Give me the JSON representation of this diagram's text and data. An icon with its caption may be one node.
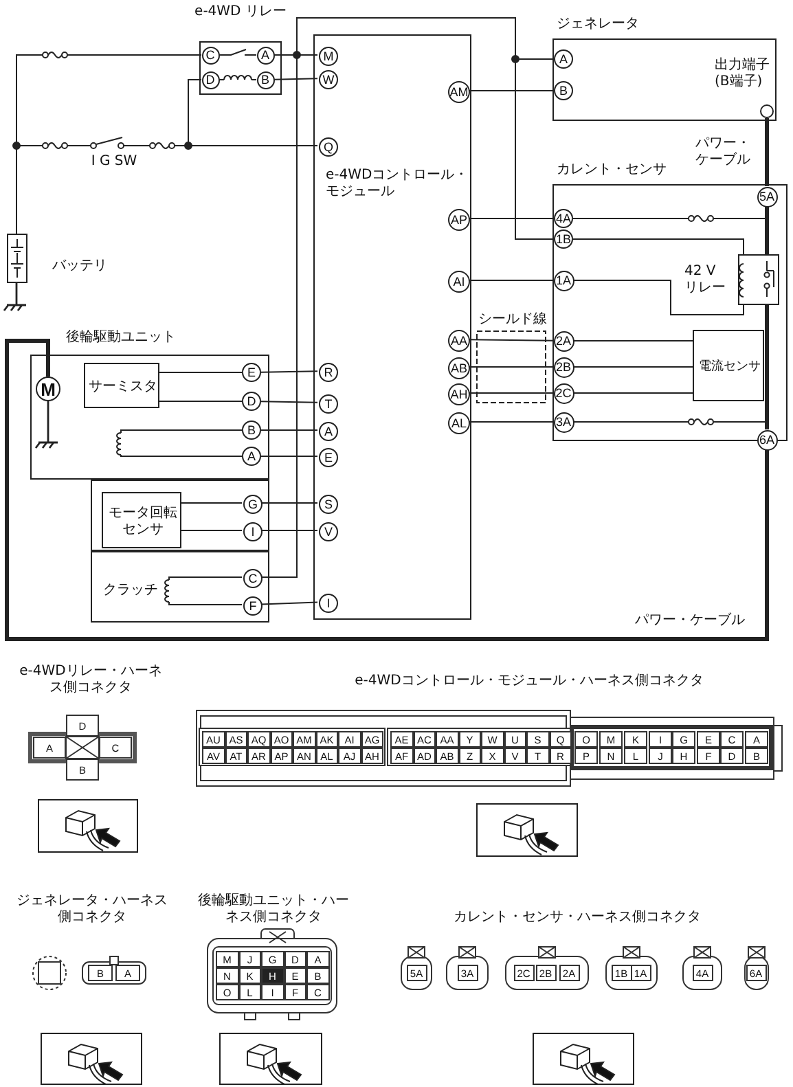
{
  "diagram": {
    "nodes": [
      {
        "text": [
          "e-4WD リレー"
        ]
      },
      {
        "text": [
          "C"
        ],
        "in": 0
      },
      {
        "text": [
          "A"
        ],
        "in": 0
      },
      {
        "text": [
          "D"
        ],
        "in": 0
      },
      {
        "text": [
          "B"
        ],
        "in": 0
      },
      {
        "text": [
          "e-4WDコントロール・モジュール"
        ]
      },
      {
        "text": [
          "M"
        ],
        "in": 5
      },
      {
        "text": [
          "W"
        ],
        "in": 5
      },
      {
        "text": [
          "Q"
        ],
        "in": 5
      },
      {
        "text": [
          "AM"
        ],
        "in": 5
      },
      {
        "text": [
          "AP"
        ],
        "in": 5
      },
      {
        "text": [
          "AI"
        ],
        "in": 5
      },
      {
        "text": [
          "AA"
        ],
        "in": 5
      },
      {
        "text": [
          "AB"
        ],
        "in": 5
      },
      {
        "text": [
          "AH"
        ],
        "in": 5
      },
      {
        "text": [
          "AL"
        ],
        "in": 5
      },
      {
        "text": [
          "R"
        ],
        "in": 5
      },
      {
        "text": [
          "T"
        ],
        "in": 5
      },
      {
        "text": [
          "A"
        ],
        "in": 5
      },
      {
        "text": [
          "E"
        ],
        "in": 5
      },
      {
        "text": [
          "S"
        ],
        "in": 5
      },
      {
        "text": [
          "V"
        ],
        "in": 5
      },
      {
        "text": [
          "I"
        ],
        "in": 5
      },
      {
        "text": [
          "ジェネレータ",
          "出力端子(B端子)"
        ]
      },
      {
        "text": [
          "A"
        ],
        "in": 23
      },
      {
        "text": [
          "B"
        ],
        "in": 23
      },
      {
        "text": [],
        "shape": "circle",
        "in": 23
      },
      {
        "text": [
          "カレント・センサ"
        ]
      },
      {
        "text": [
          "5A"
        ],
        "in": 27
      },
      {
        "text": [
          "4A"
        ],
        "in": 27
      },
      {
        "text": [
          "1B"
        ],
        "in": 27
      },
      {
        "text": [
          "1A"
        ],
        "in": 27
      },
      {
        "text": [
          "2A"
        ],
        "in": 27
      },
      {
        "text": [
          "2B"
        ],
        "in": 27
      },
      {
        "text": [
          "2C"
        ],
        "in": 27
      },
      {
        "text": [
          "3A"
        ],
        "in": 27
      },
      {
        "text": [
          "6A"
        ],
        "in": 27
      },
      {
        "text": [],
        "shape": "box",
        "beside": [
          "42 V リレー"
        ],
        "in": 27
      },
      {
        "text": [
          "電流センサ"
        ],
        "in": 27
      },
      {
        "text": [],
        "shape": "picture",
        "beside": [
          "バッテリ"
        ]
      },
      {
        "text": [
          "後輪駆動ユニット"
        ]
      },
      {
        "text": [
          "M"
        ],
        "in": 40
      },
      {
        "text": [
          "サーミスタ"
        ],
        "in": 40
      },
      {
        "text": [
          "E"
        ],
        "in": 40
      },
      {
        "text": [
          "D"
        ],
        "in": 40
      },
      {
        "text": [
          "B"
        ],
        "in": 40
      },
      {
        "text": [
          "A"
        ],
        "in": 40
      },
      {
        "text": [],
        "shape": "box"
      },
      {
        "text": [
          "モータ回転センサ"
        ],
        "in": 47
      },
      {
        "text": [
          "G"
        ],
        "in": 47
      },
      {
        "text": [
          "I"
        ],
        "in": 47
      },
      {
        "text": [
          "クラッチ"
        ]
      },
      {
        "text": [
          "C"
        ],
        "in": 51
      },
      {
        "text": [
          "F"
        ],
        "in": 51
      }
    ],
    "edges": [
      {
        "from": 39,
        "to": 1,
        "arrow": "none"
      },
      {
        "from": 39,
        "to": 8,
        "arrow": "none"
      },
      {
        "from": 39,
        "to": 3,
        "arrow": "none"
      },
      {
        "from": 1,
        "to": 2,
        "arrow": "none"
      },
      {
        "from": 3,
        "to": 4,
        "arrow": "none"
      },
      {
        "from": 2,
        "to": 6,
        "arrow": "none"
      },
      {
        "from": 2,
        "to": 24,
        "arrow": "none"
      },
      {
        "from": 2,
        "to": 30,
        "arrow": "none"
      },
      {
        "from": 2,
        "to": 52,
        "arrow": "none"
      },
      {
        "from": 4,
        "to": 7,
        "arrow": "none"
      },
      {
        "from": 9,
        "to": 25,
        "arrow": "none"
      },
      {
        "from": 10,
        "to": 29,
        "arrow": "none"
      },
      {
        "from": 11,
        "to": 31,
        "arrow": "none"
      },
      {
        "from": 12,
        "to": 32,
        "arrow": "none"
      },
      {
        "from": 13,
        "to": 33,
        "arrow": "none"
      },
      {
        "from": 14,
        "to": 34,
        "arrow": "none"
      },
      {
        "from": 15,
        "to": 35,
        "arrow": "none"
      },
      {
        "from": 26,
        "to": 28,
        "arrow": "none",
        "label": "パワー・ケーブル",
        "style": "thick"
      },
      {
        "from": 29,
        "to": 28,
        "arrow": "none"
      },
      {
        "from": 30,
        "to": 37,
        "arrow": "none"
      },
      {
        "from": 31,
        "to": 37,
        "arrow": "none"
      },
      {
        "from": 28,
        "to": 37,
        "arrow": "none",
        "style": "thick"
      },
      {
        "from": 37,
        "to": 36,
        "arrow": "none",
        "style": "thick"
      },
      {
        "from": 32,
        "to": 38,
        "arrow": "none"
      },
      {
        "from": 33,
        "to": 38,
        "arrow": "none"
      },
      {
        "from": 34,
        "to": 38,
        "arrow": "none"
      },
      {
        "from": 35,
        "to": 36,
        "arrow": "none"
      },
      {
        "from": 36,
        "to": 41,
        "arrow": "none",
        "label": "パワー・ケーブル",
        "style": "thick"
      },
      {
        "from": 43,
        "to": 16,
        "arrow": "none"
      },
      {
        "from": 44,
        "to": 17,
        "arrow": "none"
      },
      {
        "from": 45,
        "to": 18,
        "arrow": "none"
      },
      {
        "from": 46,
        "to": 19,
        "arrow": "none"
      },
      {
        "from": 49,
        "to": 20,
        "arrow": "none"
      },
      {
        "from": 50,
        "to": 21,
        "arrow": "none"
      },
      {
        "from": 53,
        "to": 22,
        "arrow": "none"
      },
      {
        "from": 42,
        "to": 43,
        "arrow": "none"
      },
      {
        "from": 42,
        "to": 44,
        "arrow": "none"
      },
      {
        "from": 45,
        "to": 46,
        "arrow": "none"
      },
      {
        "from": 48,
        "to": 49,
        "arrow": "none"
      },
      {
        "from": 48,
        "to": 50,
        "arrow": "none"
      },
      {
        "from": 52,
        "to": 53,
        "arrow": "none"
      }
    ],
    "labels": [
      "I G SW",
      "シールド線",
      "e-4WDリレー・ハーネス側コネクタ",
      "e-4WDコントロール・モジュール・ハーネス側コネクタ",
      "D",
      "A",
      "C",
      "B",
      "AU",
      "AS",
      "AQ",
      "AO",
      "AM",
      "AK",
      "AI",
      "AG",
      "AE",
      "AC",
      "AA",
      "Y",
      "W",
      "U",
      "S",
      "Q",
      "O",
      "M",
      "K",
      "I",
      "G",
      "E",
      "C",
      "A",
      "AV",
      "AT",
      "AR",
      "AP",
      "AN",
      "AL",
      "AJ",
      "AH",
      "AF",
      "AD",
      "AB",
      "Z",
      "X",
      "V",
      "T",
      "R",
      "P",
      "N",
      "L",
      "J",
      "H",
      "F",
      "D",
      "B",
      "ジェネレータ・ハーネス側コネクタ",
      "後輪駆動ユニット・ハーネス側コネクタ",
      "カレント・センサ・ハーネス側コネクタ",
      "B",
      "A",
      "M",
      "J",
      "G",
      "D",
      "A",
      "N",
      "K",
      "H",
      "E",
      "B",
      "O",
      "L",
      "I",
      "F",
      "C",
      "5A",
      "3A",
      "2C",
      "2B",
      "2A",
      "1B",
      "1A",
      "4A",
      "6A"
    ]
  }
}
